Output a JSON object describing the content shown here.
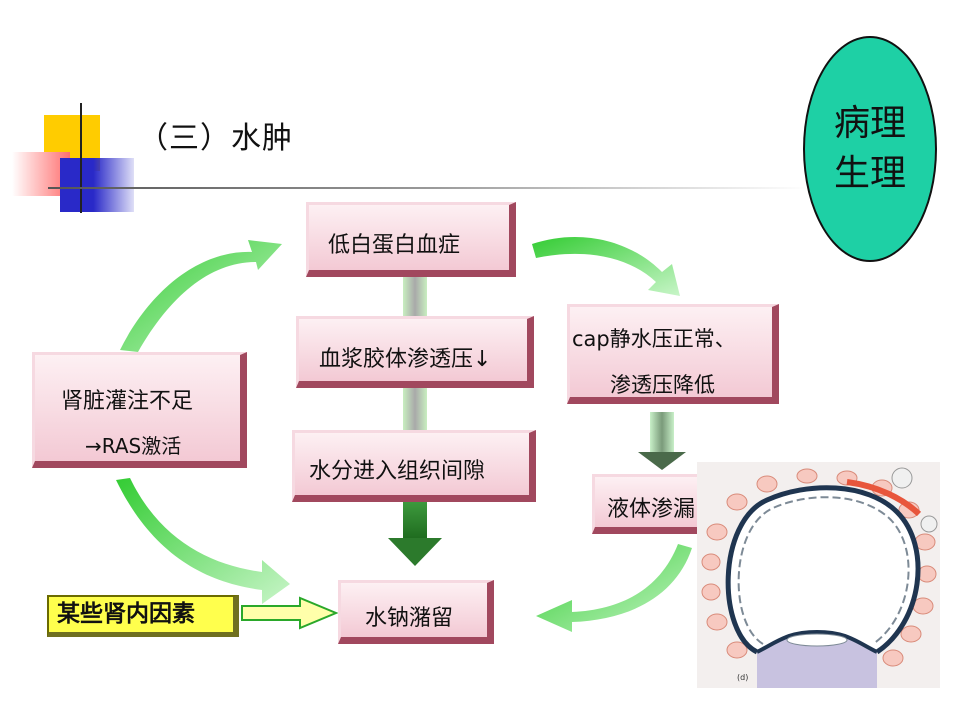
{
  "title": "（三）水肿",
  "badge": {
    "line1": "病理",
    "line2": "生理"
  },
  "boxes": {
    "hypoproteinemia": "低白蛋白血症",
    "plasma_pressure": "血浆胶体渗透压↓",
    "water_interstitium": "水分进入组织间隙",
    "sodium_retention": "水钠潴留",
    "renal_perfusion_line1": "肾脏灌注不足",
    "renal_perfusion_line2": "→RAS激活",
    "cap_line1": "cap静水压正常、",
    "cap_line2": "渗透压降低",
    "fluid_leak": "液体渗漏"
  },
  "factor_label": "某些肾内因素",
  "illustration": {
    "caption": "(d)"
  },
  "colors": {
    "badge": "#1ed0a5",
    "box_shadow": "#a1485e",
    "arrow_green": "#33cc33",
    "factor_fill": "#ffff4d"
  }
}
